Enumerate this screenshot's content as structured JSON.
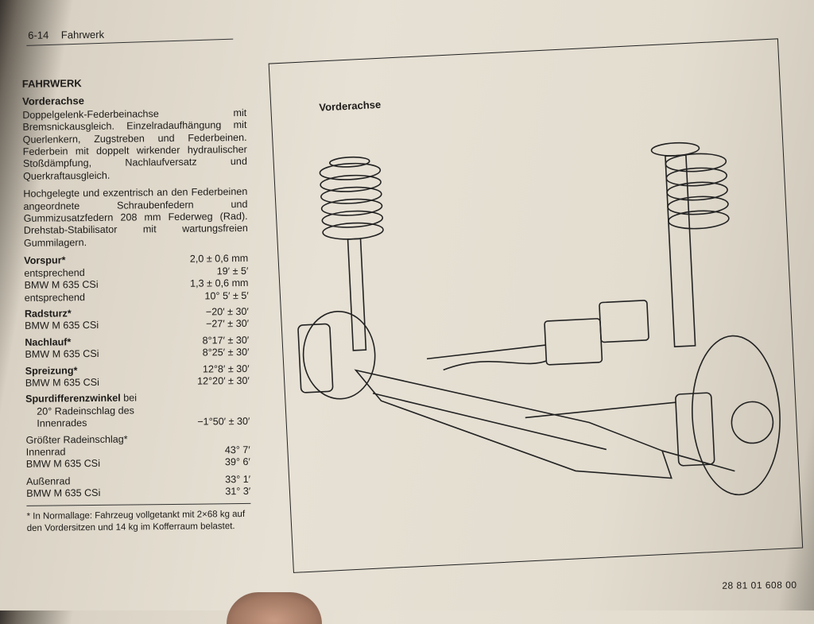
{
  "header": {
    "page_number": "6-14",
    "chapter": "Fahrwerk"
  },
  "left_column": {
    "main_title": "FAHRWERK",
    "sub_title": "Vorderachse",
    "paragraph_1": "Doppelgelenk-Federbeinachse mit Bremsnickausgleich. Einzelradaufhängung mit Querlenkern, Zugstreben und Federbeinen. Federbein mit doppelt wirkender hydraulischer Stoßdämpfung, Nachlaufversatz und Querkraftausgleich.",
    "paragraph_2": "Hochgelegte und exzentrisch an den Federbeinen angeordnete Schraubenfedern und Gummizusatzfedern 208 mm Federweg (Rad). Drehstab-Stabilisator mit wartungsfreien Gummilagern.",
    "specs": {
      "vorspur": {
        "label": "Vorspur*",
        "value": "2,0 ± 0,6 mm",
        "l2": "entsprechend",
        "v2": "19′ ± 5′",
        "l3": "BMW M 635 CSi",
        "v3": "1,3 ± 0,6 mm",
        "l4": "entsprechend",
        "v4": "10° 5′ ± 5′"
      },
      "radsturz": {
        "label": "Radsturz*",
        "value": "−20′ ± 30′",
        "l2": "BMW M 635 CSi",
        "v2": "−27′ ± 30′"
      },
      "nachlauf": {
        "label": "Nachlauf*",
        "value": "8°17′ ± 30′",
        "l2": "BMW M 635 CSi",
        "v2": "8°25′ ± 30′"
      },
      "spreizung": {
        "label": "Spreizung*",
        "value": "12°8′ ± 30′",
        "l2": "BMW M 635 CSi",
        "v2": "12°20′ ± 30′"
      },
      "spurdifferenz": {
        "label": "Spurdifferenzwinkel",
        "label_rest": " bei",
        "l2": "20° Radeinschlag des",
        "l3": "Innenrades",
        "v3": "−1°50′ ± 30′"
      },
      "radeinschlag": {
        "label": "Größter Radeinschlag*",
        "l2": "Innenrad",
        "v2": "43° 7′",
        "l3": "BMW M 635 CSi",
        "v3": "39° 6′",
        "l4": "Außenrad",
        "v4": "33° 1′",
        "l5": "BMW M 635 CSi",
        "v5": "31° 3′"
      }
    },
    "footnote": "* In Normallage: Fahrzeug vollgetankt mit 2×68 kg auf den Vordersitzen und 14 kg im Kofferraum belastet."
  },
  "figure": {
    "title": "Vorderachse",
    "code": "28 81 01 608 00"
  }
}
